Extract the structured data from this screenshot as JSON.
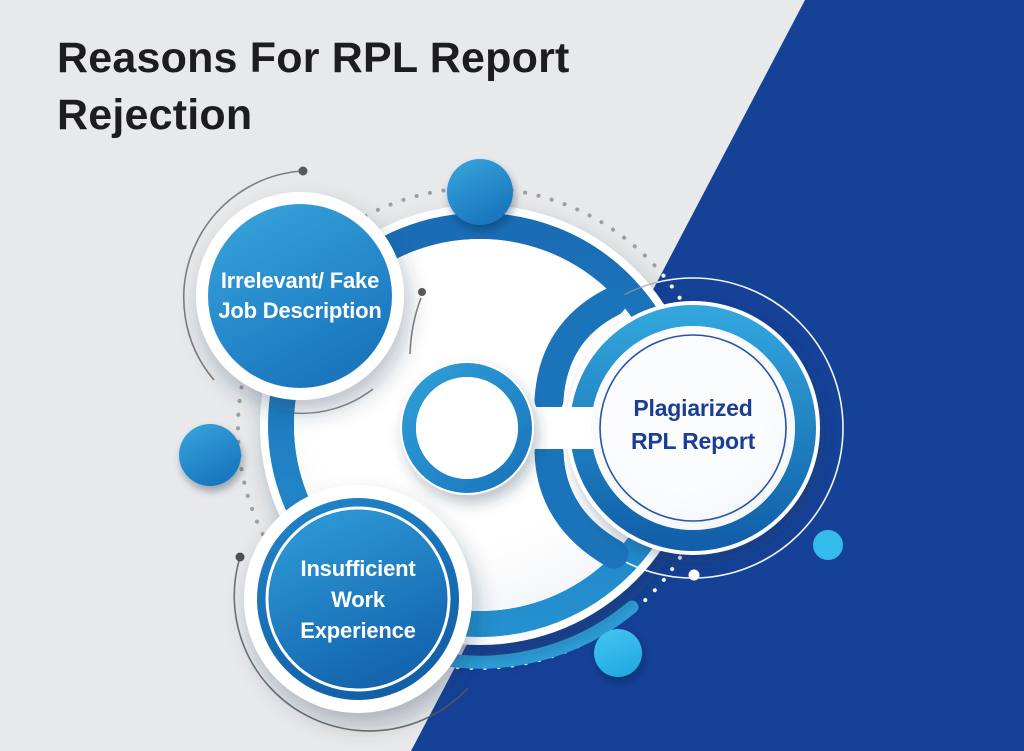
{
  "title": {
    "line1": "Reasons For RPL Report",
    "line2": "Rejection"
  },
  "bubbles": {
    "irrelevant": {
      "line1": "Irrelevant/ Fake",
      "line2": "Job Description"
    },
    "plagiarized": {
      "line1": "Plagiarized",
      "line2": "RPL Report"
    },
    "insufficient": {
      "line1": "Insufficient",
      "line2": "Work",
      "line3": "Experience"
    }
  },
  "colors": {
    "background_light": "#e8e9ea",
    "background_dark": "#154197",
    "ring_blue": "#1e74ba",
    "accent_light_blue": "#2fa1da",
    "accent_cyan": "#36bcec",
    "bubble_gradient_from": "#38a6dd",
    "bubble_gradient_to": "#1a76bd",
    "label_white": "#ffffff",
    "label_navy": "#1b3e94",
    "title_color": "#1d1d1f"
  }
}
